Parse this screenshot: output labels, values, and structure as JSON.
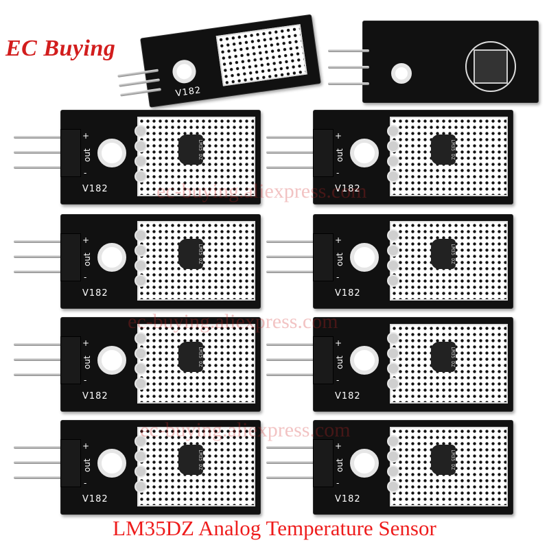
{
  "brand": {
    "name": "EC Buying",
    "color": "#d21d1d"
  },
  "caption": {
    "text": "LM35DZ Analog Temperature Sensor",
    "color": "#ee1c1c"
  },
  "watermarks": [
    "ec-buying.aliexpress.com",
    "ec-buying.aliexpress.com",
    "ec-buying.aliexpress.com"
  ],
  "module": {
    "version_label": "V182",
    "plus_label": "+",
    "minus_label": "-",
    "out_label": "out",
    "chip_marking": "LM35 DZ"
  },
  "colors": {
    "board": "#111111",
    "prototype_area": "#ffffff",
    "pins": "#cccccc"
  }
}
